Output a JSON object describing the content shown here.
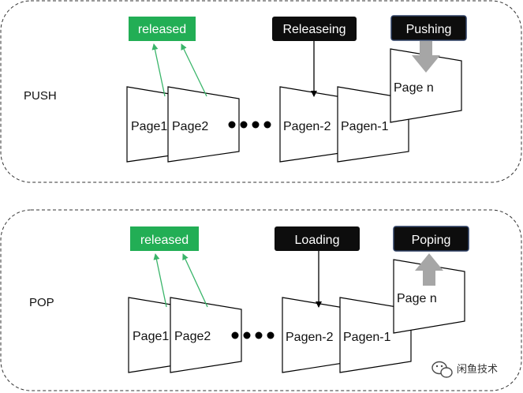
{
  "colors": {
    "released_bg": "#22ae55",
    "status_bg": "#0d0d0d",
    "pushing_border": "#2c3e63",
    "arrow_green": "#3ab56a",
    "block_arrow": "#a6a6a6",
    "dots": "#000000"
  },
  "push": {
    "section_label": "PUSH",
    "released_label": "released",
    "status_label": "Releaseing",
    "action_label": "Pushing",
    "pages": [
      "Page1",
      "Page2",
      "Pagen-2",
      "Pagen-1",
      "Page n"
    ]
  },
  "pop": {
    "section_label": "POP",
    "released_label": "released",
    "status_label": "Loading",
    "action_label": "Poping",
    "pages": [
      "Page1",
      "Page2",
      "Pagen-2",
      "Pagen-1",
      "Page n"
    ]
  },
  "watermark": {
    "text": "闲鱼技术",
    "icon": "wechat-icon"
  }
}
